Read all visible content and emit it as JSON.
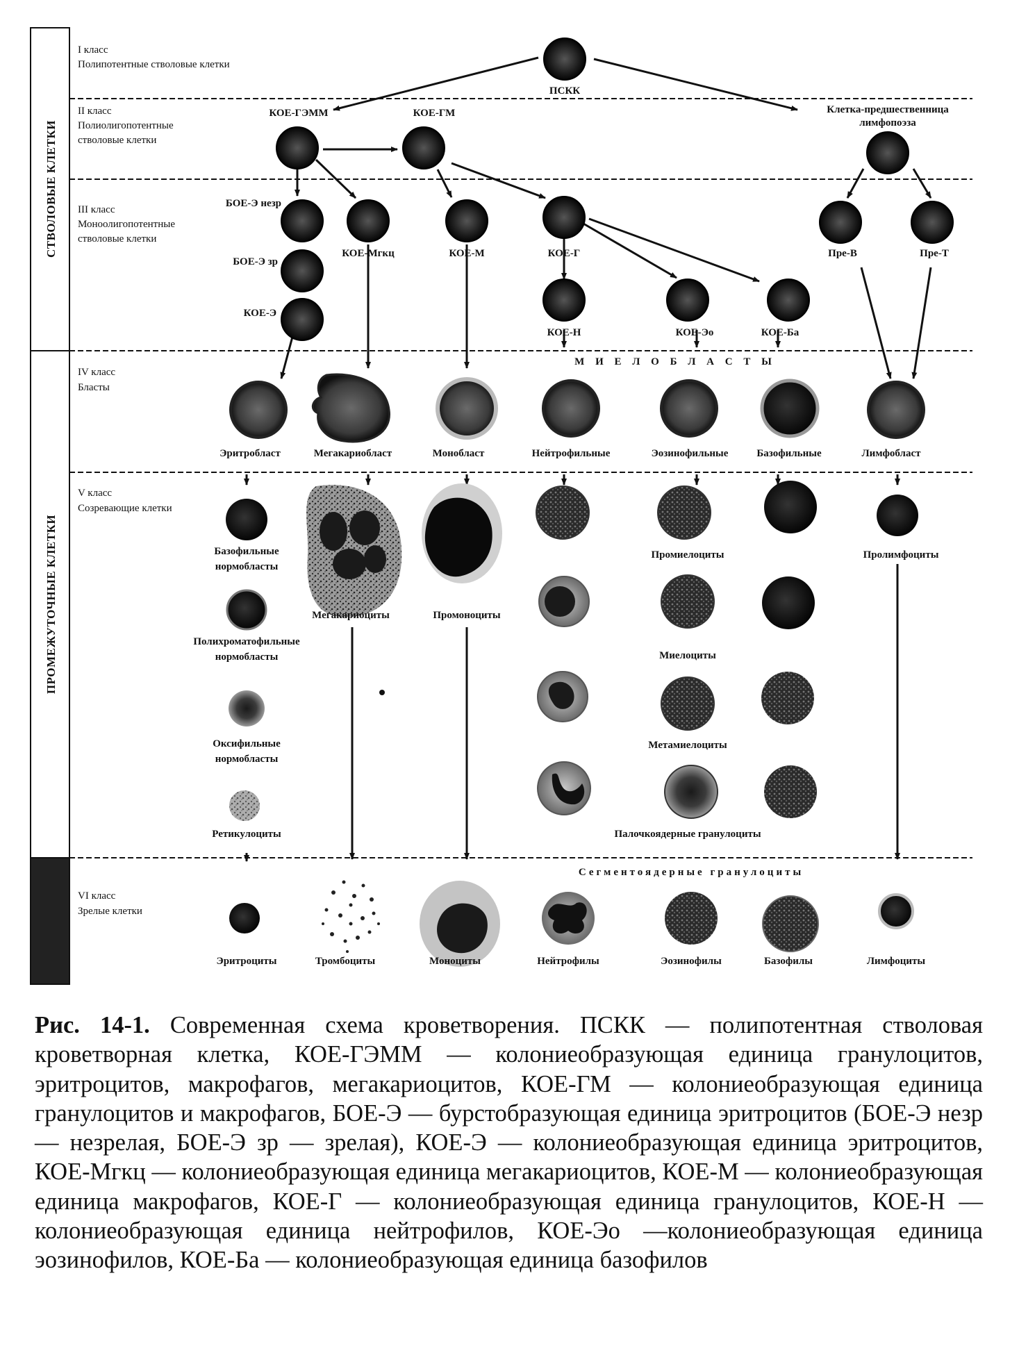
{
  "sidebar": {
    "stem": "СТВОЛОВЫЕ КЛЕТКИ",
    "intermediate": "ПРОМЕЖУТОЧНЫЕ КЛЕТКИ"
  },
  "classes": [
    {
      "number": "I класс",
      "name": [
        "Полипотентные стволовые клетки"
      ]
    },
    {
      "number": "II класс",
      "name": [
        "Полиолигопотентные",
        "стволовые клетки"
      ]
    },
    {
      "number": "III класс",
      "name": [
        "Моноолигопотентные",
        "стволовые клетки"
      ]
    },
    {
      "number": "IV класс",
      "name": [
        "Бласты"
      ]
    },
    {
      "number": "V класс",
      "name": [
        "Созревающие клетки"
      ]
    },
    {
      "number": "VI класс",
      "name": [
        "Зрелые клетки"
      ]
    }
  ],
  "cells": {
    "psck": "ПСКК",
    "koe_gemm": "КОЕ-ГЭММ",
    "koe_gm": "КОЕ-ГМ",
    "lymph_precursor": [
      "Клетка-предшественница",
      "лимфопоэза"
    ],
    "boe_e_nezr": "БОЕ-Э незр",
    "boe_e_zr": "БОЕ-Э зр",
    "koe_e": "КОЕ-Э",
    "koe_mgkc": "КОЕ-Мгкц",
    "koe_m": "КОЕ-М",
    "koe_g": "КОЕ-Г",
    "pre_b": "Пре-В",
    "pre_t": "Пре-Т",
    "koe_n": "КОЕ-Н",
    "koe_eo": "КОЕ-Эо",
    "koe_ba": "КОЕ-Ба"
  },
  "myeloblasts": "М И Е Л О Б Л А С Т Ы",
  "blasts": [
    "Эритробласт",
    "Мегакариобласт",
    "Монобласт",
    "Нейтрофильные",
    "Эозинофильные",
    "Базофильные",
    "Лимфобласт"
  ],
  "maturing": {
    "basophilic_normoblasts": [
      "Базофильные",
      "нормобласты"
    ],
    "polychromatophilic_normoblasts": [
      "Полихроматофильные",
      "нормобласты"
    ],
    "oxyphilic_normoblasts": [
      "Оксифильные",
      "нормобласты"
    ],
    "reticulocytes": "Ретикулоциты",
    "megakaryocytes": "Мегакариоциты",
    "promonocytes": "Промоноциты",
    "promyelocytes": "Промиелоциты",
    "myelocytes": "Миелоциты",
    "metamyelocytes": "Метамиелоциты",
    "band_granulocytes": "Палочкоядерные гранулоциты",
    "prolymphocytes": "Пролимфоциты"
  },
  "segmented": "Сегментоядерные гранулоциты",
  "mature": [
    "Эритроциты",
    "Тромбоциты",
    "Моноциты",
    "Нейтрофилы",
    "Эозинофилы",
    "Базофилы",
    "Лимфоциты"
  ],
  "caption": {
    "figure": "Рис. 14-1.",
    "text": "Современная схема кроветворения. ПСКК — полипотентная стволовая кроветворная клетка, КОЕ-ГЭММ — колониеобразующая единица гранулоцитов, эритроцитов, макрофагов, мегакариоцитов, КОЕ-ГМ — колониеобразующая единица гранулоцитов и макрофагов, БОЕ-Э — бурстобразующая единица эритроцитов (БОЕ-Э незр — незрелая, БОЕ-Э зр — зрелая), КОЕ-Э — колониеобразующая единица эритроцитов, КОЕ-Мгкц — колониеобразующая единица мегакариоцитов, КОЕ-М — колониеобразующая единица макрофагов, КОЕ-Г — колониеобразующая единица гранулоцитов, КОЕ-Н — колониеобразующая единица нейтрофилов, КОЕ-Эо —колониеобразующая единица эозинофилов, КОЕ-Ба — колониеобразующая единица базофилов"
  }
}
